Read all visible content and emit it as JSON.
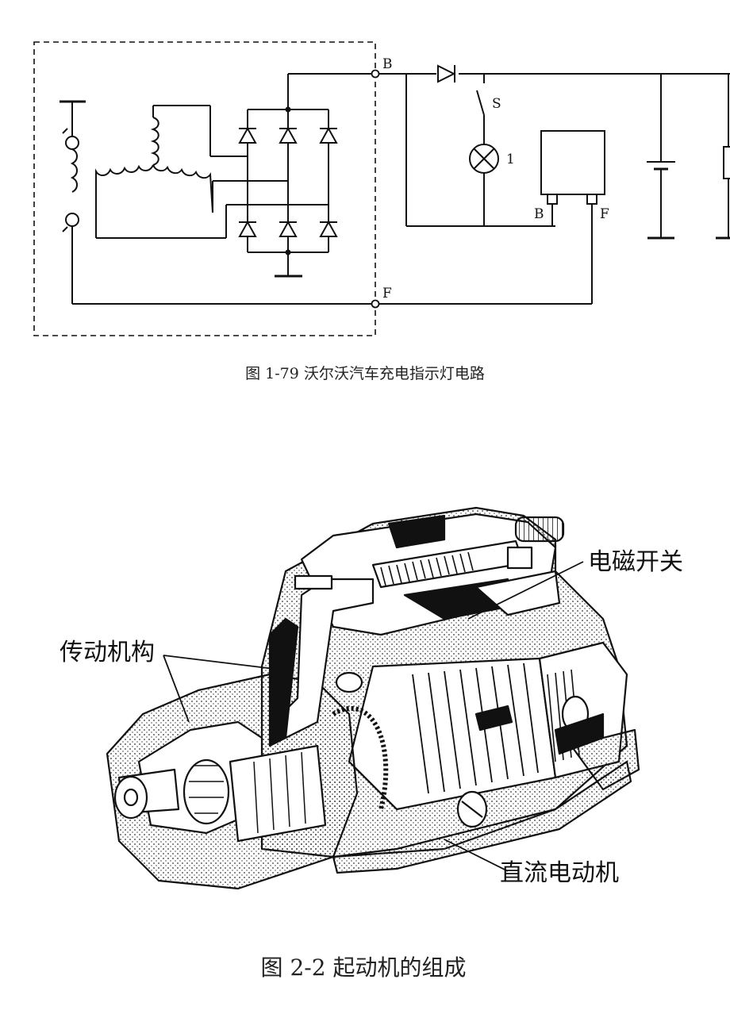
{
  "figure1": {
    "caption": "图 1-79 沃尔沃汽车充电指示灯电路",
    "terminals": {
      "b_top": "B",
      "f_bottom": "F",
      "regulator_b": "B",
      "regulator_f": "F",
      "switch": "S",
      "lamp": "1"
    }
  },
  "figure2": {
    "caption": "图 2-2 起动机的组成",
    "labels": {
      "solenoid": "电磁开关",
      "drive": "传动机构",
      "motor": "直流电动机"
    }
  },
  "colors": {
    "line": "#111111",
    "stipple": "#444444"
  }
}
